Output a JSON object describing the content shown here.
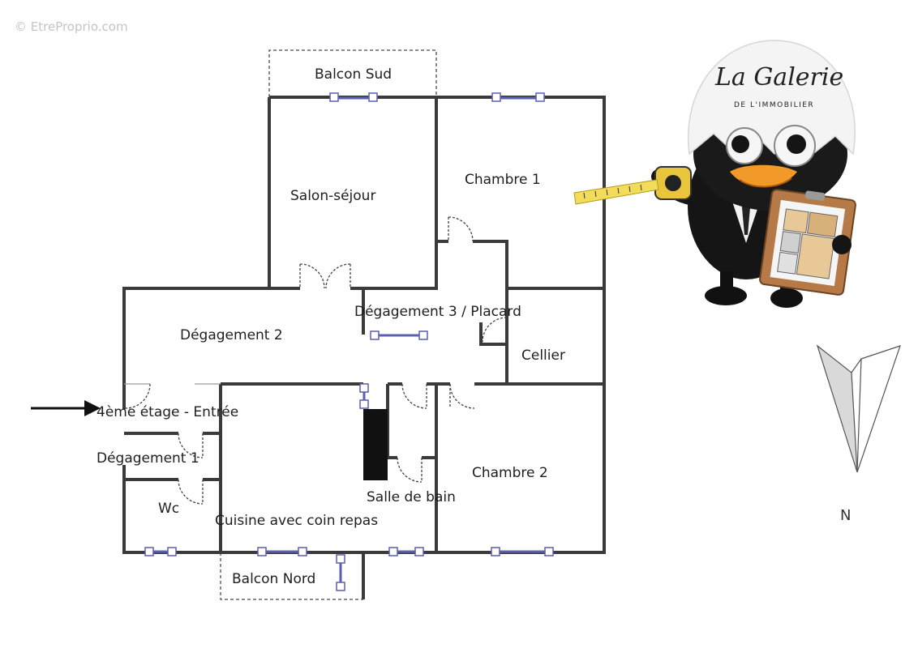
{
  "watermark": "© EtreProprio.com",
  "rooms": {
    "balcon_sud": "Balcon Sud",
    "salon": "Salon-séjour",
    "chambre1": "Chambre 1",
    "degagement2": "Dégagement 2",
    "degagement3": "Dégagement 3 / Placard",
    "cellier": "Cellier",
    "entree": "4ème étage - Entrée",
    "degagement1": "Dégagement 1",
    "wc": "Wc",
    "cuisine": "Cuisine avec coin repas",
    "salle_de_bain": "Salle de bain",
    "chambre2": "Chambre 2",
    "balcon_nord": "Balcon Nord"
  },
  "logo": {
    "brand": "La Galerie",
    "subtitle": "DE L'IMMOBILIER"
  },
  "compass": {
    "label": "N"
  },
  "colors": {
    "wall": "#3a3a3a",
    "window": "#5a5fb0",
    "balcony": "#666666"
  }
}
